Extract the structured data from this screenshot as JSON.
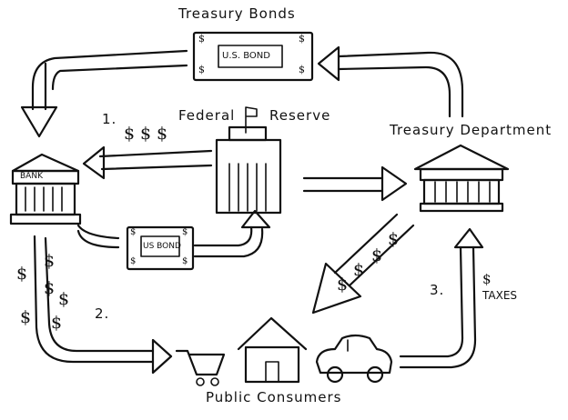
{
  "labels": {
    "treasury_bonds": "Treasury Bonds",
    "federal": "Federal",
    "reserve": "Reserve",
    "treasury_department": "Treasury Department",
    "public_consumers": "Public Consumers",
    "bank": "BANK",
    "bond_top": "U.S. BOND",
    "bond_mid": "US BOND",
    "taxes": "TAXES",
    "dollar": "$",
    "step1": "1.",
    "step2": "2.",
    "step3": "3."
  }
}
